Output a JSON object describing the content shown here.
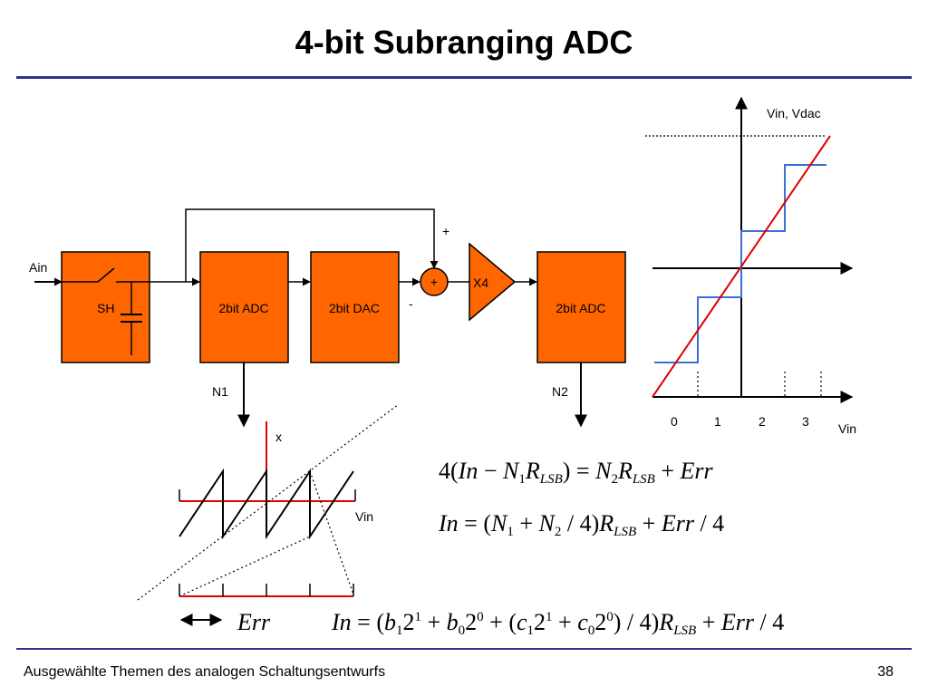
{
  "slide": {
    "title": "4-bit Subranging ADC",
    "footer": "Ausgewählte Themen des analogen Schaltungsentwurfs",
    "page_number": "38"
  },
  "block_diagram": {
    "input_label": "Ain",
    "sh_label": "SH",
    "adc1_label": "2bit ADC",
    "dac_label": "2bit DAC",
    "summer_plus_inside": "+",
    "summer_plus_input": "+",
    "summer_minus_input": "-",
    "amp_label": "X4",
    "adc2_label": "2bit ADC",
    "n1_label": "N1",
    "n2_label": "N2"
  },
  "transfer_plot": {
    "y_label": "Vin, Vdac",
    "x_label": "Vin",
    "ticks": [
      "0",
      "1",
      "2",
      "3"
    ]
  },
  "residue_plot": {
    "x_label": "x",
    "vin_label": "Vin",
    "err_label": "Err"
  },
  "equations": {
    "eq1": {
      "coef": "4(",
      "in": "In",
      "minus": " − ",
      "n1": "N",
      "n1_sub": "1",
      "r1": "R",
      "r1_sub": "LSB",
      "close_eq": ") = ",
      "n2": "N",
      "n2_sub": "2",
      "r2": "R",
      "r2_sub": "LSB",
      "plus": " + ",
      "err": "Err"
    },
    "eq2": {
      "in": "In",
      "eq_open": " = (",
      "n1": "N",
      "n1_sub": "1",
      "plus1": " + ",
      "n2": "N",
      "n2_sub": "2",
      "div": " / 4)",
      "r": "R",
      "r_sub": "LSB",
      "plus2": " + ",
      "err": "Err",
      "tail": " / 4"
    },
    "eq3": {
      "in": "In",
      "eq_open": " = (",
      "b1": "b",
      "b1_sub": "1",
      "two_a": "2",
      "exp_a": "1",
      "plus_a": " + ",
      "b0": "b",
      "b0_sub": "0",
      "two_b": "2",
      "exp_b": "0",
      "plus_b": " + (",
      "c1": "c",
      "c1_sub": "1",
      "two_c": "2",
      "exp_c": "1",
      "plus_c": " + ",
      "c0": "c",
      "c0_sub": "0",
      "two_d": "2",
      "exp_d": "0",
      "div": ") / 4)",
      "r": "R",
      "r_sub": "LSB",
      "plus_e": " + ",
      "err": "Err",
      "tail": " / 4"
    }
  },
  "colors": {
    "block_fill": "#ff6600",
    "title_rule": "#2e3092",
    "red_line": "#e00000",
    "blue_line": "#3a6fd8"
  }
}
